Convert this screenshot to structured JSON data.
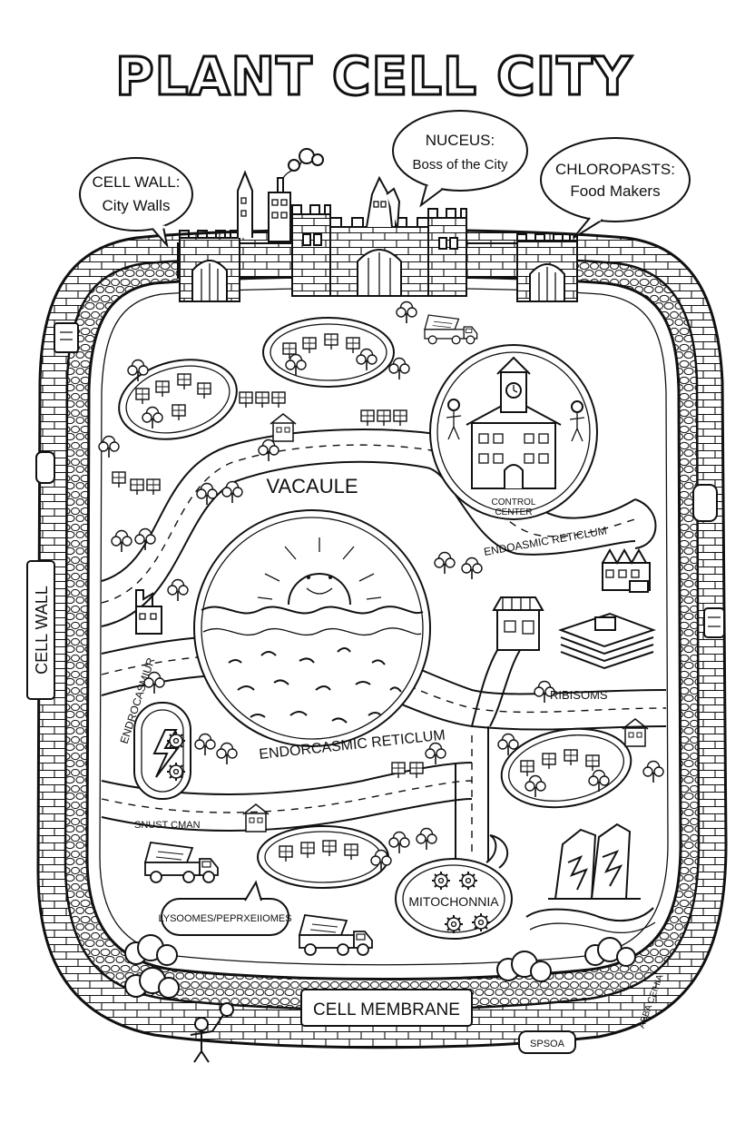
{
  "title": "PLANT CELL CITY",
  "bubbles": {
    "cell_wall": {
      "line1": "CELL WALL:",
      "line2": "City Walls"
    },
    "nucleus": {
      "line1": "NUCEUS:",
      "line2": "Boss of the City"
    },
    "chloroplasts": {
      "line1": "CHLOROPASTS:",
      "line2": "Food Makers"
    }
  },
  "labels": {
    "vacuole": "VACAULE",
    "control_center_1": "CONTROL",
    "control_center_2": "CENTER",
    "er_top": "ENDOASMIC RETICLUM",
    "ribosomes": "RIBISOMS",
    "er_bottom": "ENDORCASMIC RETICLUM",
    "er_left": "ENDROCASMIUR",
    "sign_left": "SNUST CMAN",
    "mitochondria": "MITOCHONNIA",
    "lysosomes": "LYSOOMES/PEPRXEIIOMES",
    "cell_membrane": "CELL MEMBRANE",
    "cell_wall_side": "CELL WALL",
    "signature": "ABBA CEIHIA",
    "corner_sign": "SPSOA"
  },
  "colors": {
    "ink": "#111111",
    "paper": "#ffffff"
  }
}
